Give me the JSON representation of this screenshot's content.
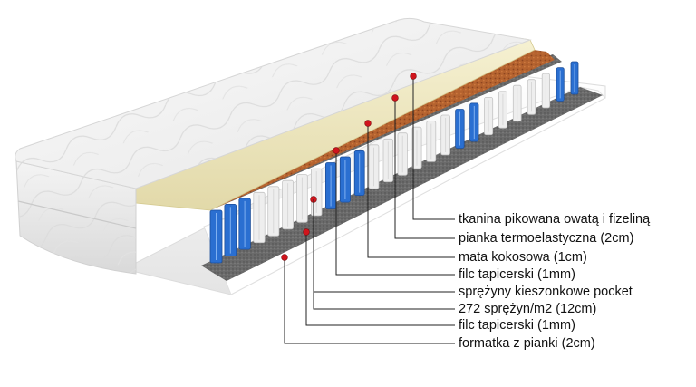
{
  "colors": {
    "cover": "#f2f2f2",
    "foam": "#f1ebc6",
    "coconut": "#b5632f",
    "felt": "#5f5f5f",
    "spring_white": "#eeeeee",
    "spring_blue": "#2a6fd1",
    "leader": "#222222",
    "dot": "#d0141c"
  },
  "layers": [
    {
      "id": "quilted-fabric",
      "label": "tkanina pikowana owatą i fizeliną"
    },
    {
      "id": "thermoelastic-foam",
      "label": "pianka termoelastyczna (2cm)"
    },
    {
      "id": "coconut-mat",
      "label": "mata kokosowa (1cm)"
    },
    {
      "id": "felt-top",
      "label": "filc tapicerski (1mm)"
    },
    {
      "id": "pocket-springs",
      "label": "sprężyny kieszonkowe pocket"
    },
    {
      "id": "pocket-springs-density",
      "label": "272 sprężyn/m2 (12cm)"
    },
    {
      "id": "felt-bottom",
      "label": "filc tapicerski (1mm)"
    },
    {
      "id": "foam-frame",
      "label": "formatka z pianki (2cm)"
    }
  ]
}
